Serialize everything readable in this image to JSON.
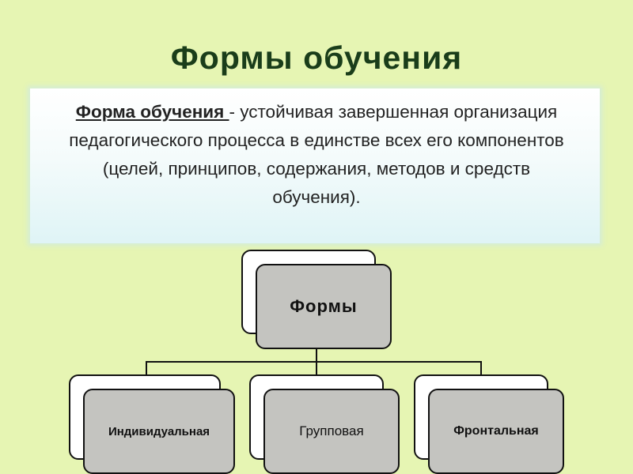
{
  "slide": {
    "title": "Формы обучения",
    "definition": {
      "term": "Форма обучения ",
      "text": "- устойчивая завершенная организация педагогического процесса в единстве всех его компонентов (целей, принципов, содержания, методов и средств обучения)."
    }
  },
  "diagram": {
    "root": {
      "label": "Формы"
    },
    "children": [
      {
        "label": "Индивидуальная"
      },
      {
        "label": "Групповая"
      },
      {
        "label": "Фронтальная"
      }
    ]
  }
}
